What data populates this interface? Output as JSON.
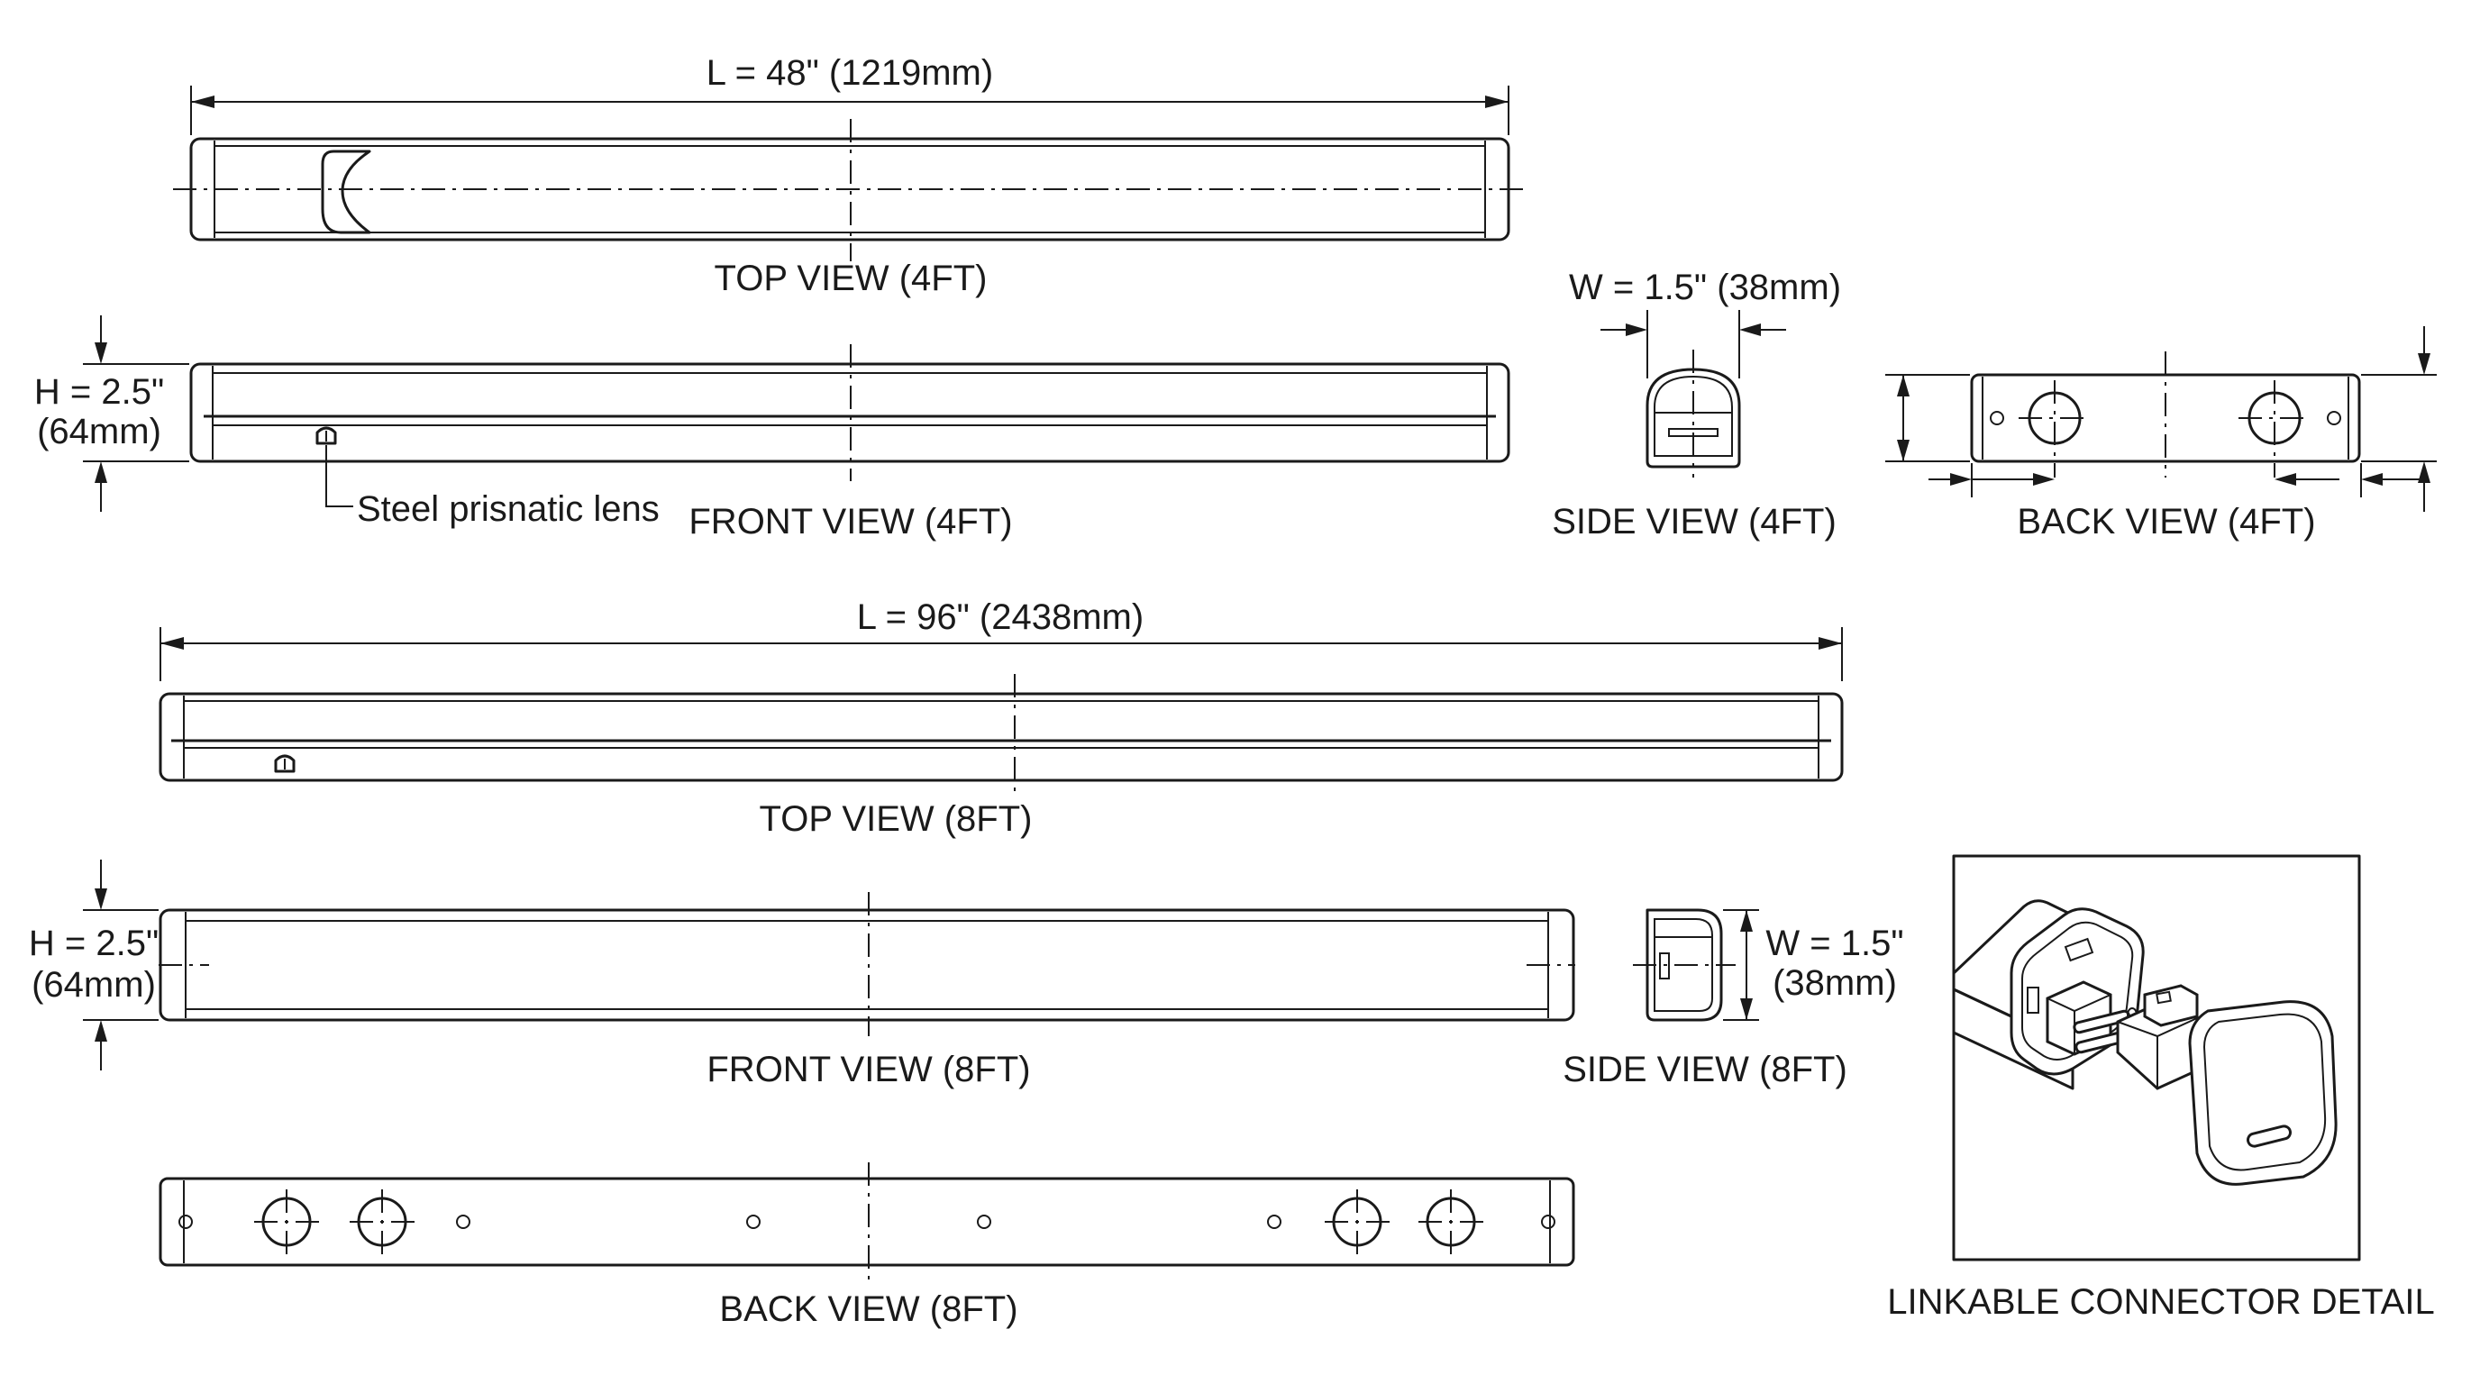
{
  "labels": {
    "dim_length_4ft": "L = 48\" (1219mm)",
    "top_view_4ft": "TOP VIEW (4FT)",
    "dim_height_4ft_line1": "H = 2.5\"",
    "dim_height_4ft_line2": "(64mm)",
    "lens_callout": "Steel prisnatic lens",
    "front_view_4ft": "FRONT VIEW (4FT)",
    "dim_width_4ft": "W = 1.5\" (38mm)",
    "side_view_4ft": "SIDE VIEW (4FT)",
    "back_view_4ft": "BACK VIEW (4FT)",
    "dim_length_8ft": "L = 96\" (2438mm)",
    "top_view_8ft": "TOP VIEW (8FT)",
    "dim_height_8ft_line1": "H = 2.5\"",
    "dim_height_8ft_line2": "(64mm)",
    "front_view_8ft": "FRONT VIEW (8FT)",
    "dim_width_8ft_line1": "W = 1.5\"",
    "dim_width_8ft_line2": "(38mm)",
    "side_view_8ft": "SIDE VIEW (8FT)",
    "back_view_8ft": "BACK VIEW (8FT)",
    "connector_detail": "LINKABLE CONNECTOR DETAIL"
  }
}
